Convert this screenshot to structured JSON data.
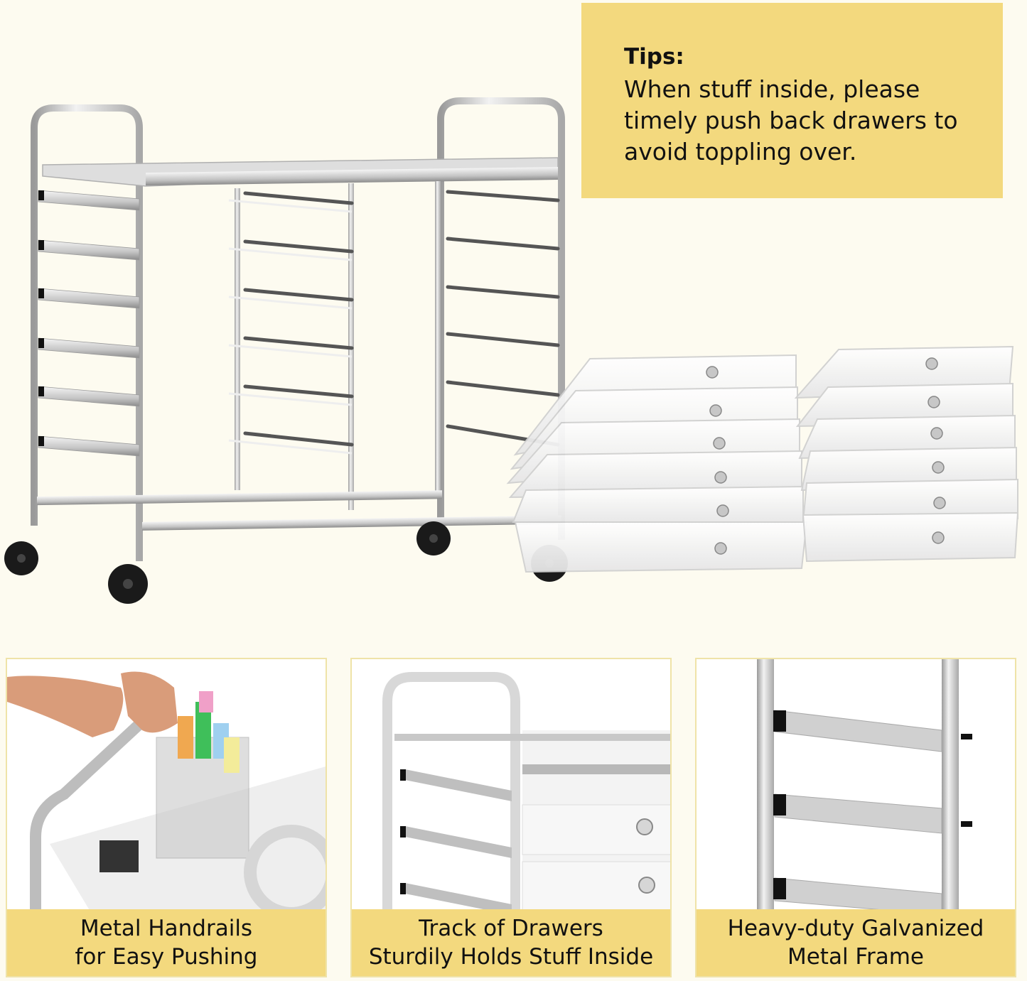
{
  "tips": {
    "title": "Tips:",
    "body": "When stuff inside, please timely push back drawers to avoid toppling over."
  },
  "hero": {
    "subject": "Three-column rolling storage cart with chrome metal frame, 4 casters and 18 translucent drawers (two stacks of 6 shown removed)",
    "drawer_stack_count": 2,
    "drawers_per_stack": 6
  },
  "features": [
    {
      "caption": "Metal Handrails\nfor Easy Pushing",
      "image": "hand-pushing-cart-handrail"
    },
    {
      "caption": "Track of Drawers\nSturdily Holds Stuff Inside",
      "image": "drawer-tracks-closeup"
    },
    {
      "caption": "Heavy-duty Galvanized\nMetal Frame",
      "image": "metal-frame-closeup"
    }
  ],
  "colors": {
    "background": "#fdfbf0",
    "accent_yellow": "#f3d97e",
    "panel_border": "#efe3a8",
    "chrome": "#c9c9c9",
    "caster": "#1a1a1a",
    "text": "#111111"
  }
}
